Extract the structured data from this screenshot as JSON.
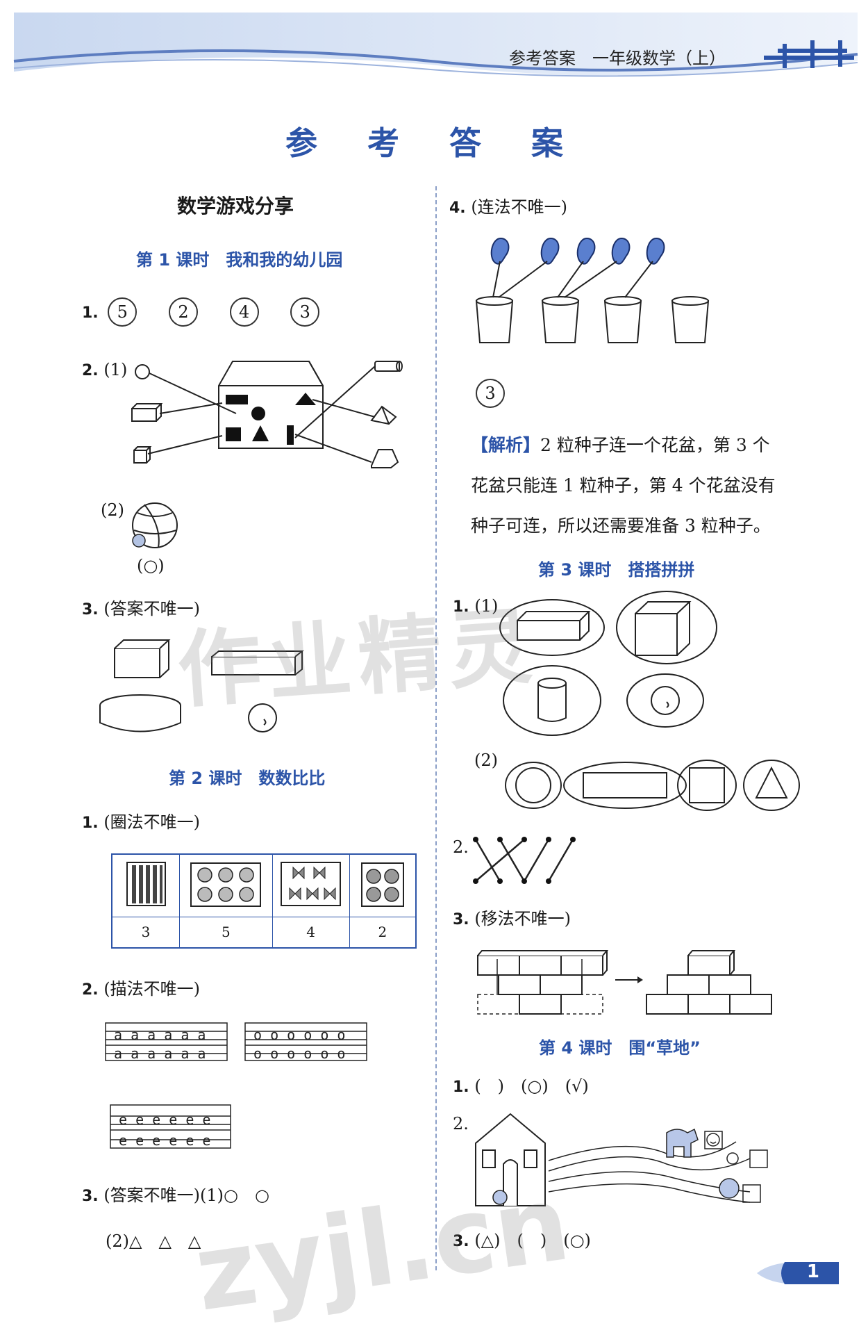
{
  "header": {
    "text": "参考答案　一年级数学（上）"
  },
  "title": "参 考 答 案",
  "left": {
    "section_title": "数学游戏分享",
    "lesson1": {
      "title": "第 1 课时　我和我的幼儿园",
      "q1": {
        "num": "1.",
        "answers": [
          "5",
          "2",
          "4",
          "3"
        ]
      },
      "q2": {
        "num": "2.",
        "part1": "(1)",
        "part2": "(2)",
        "part2_answer": "(○)"
      },
      "q3": {
        "num": "3.",
        "note": "(答案不唯一)"
      }
    },
    "lesson2": {
      "title": "第 2 课时　数数比比",
      "q1": {
        "num": "1.",
        "note": "(圈法不唯一)",
        "counts": [
          "3",
          "5",
          "4",
          "2"
        ]
      },
      "q2": {
        "num": "2.",
        "note": "(描法不唯一)"
      },
      "q3": {
        "num": "3.",
        "line1": "(答案不唯一)(1)○　○",
        "line2": "(2)△　△　△"
      }
    }
  },
  "right": {
    "q4": {
      "num": "4.",
      "note": "(连法不唯一)",
      "answer": "3"
    },
    "analysis": {
      "tag": "【解析】",
      "line1": "2 粒种子连一个花盆，第 3 个",
      "line2": "花盆只能连 1 粒种子，第 4 个花盆没有",
      "line3": "种子可连，所以还需要准备 3 粒种子。"
    },
    "lesson3": {
      "title": "第 3 课时　搭搭拼拼",
      "q1": {
        "num": "1.",
        "part1": "(1)",
        "part2": "(2)"
      },
      "q2": {
        "num": "2."
      },
      "q3": {
        "num": "3.",
        "note": "(移法不唯一)"
      }
    },
    "lesson4": {
      "title": "第 4 课时　围“草地”",
      "q1": {
        "num": "1.",
        "answers": "(　)　(○)　(√)"
      },
      "q2": {
        "num": "2."
      },
      "q3": {
        "num": "3.",
        "answers": "(△)　(　)　(○)"
      }
    }
  },
  "watermark": {
    "line1": "作业精灵",
    "line2": "zyjl.cn"
  },
  "page_number": "1",
  "colors": {
    "accent": "#2c54a8",
    "header_band": "#dbe6f6"
  }
}
